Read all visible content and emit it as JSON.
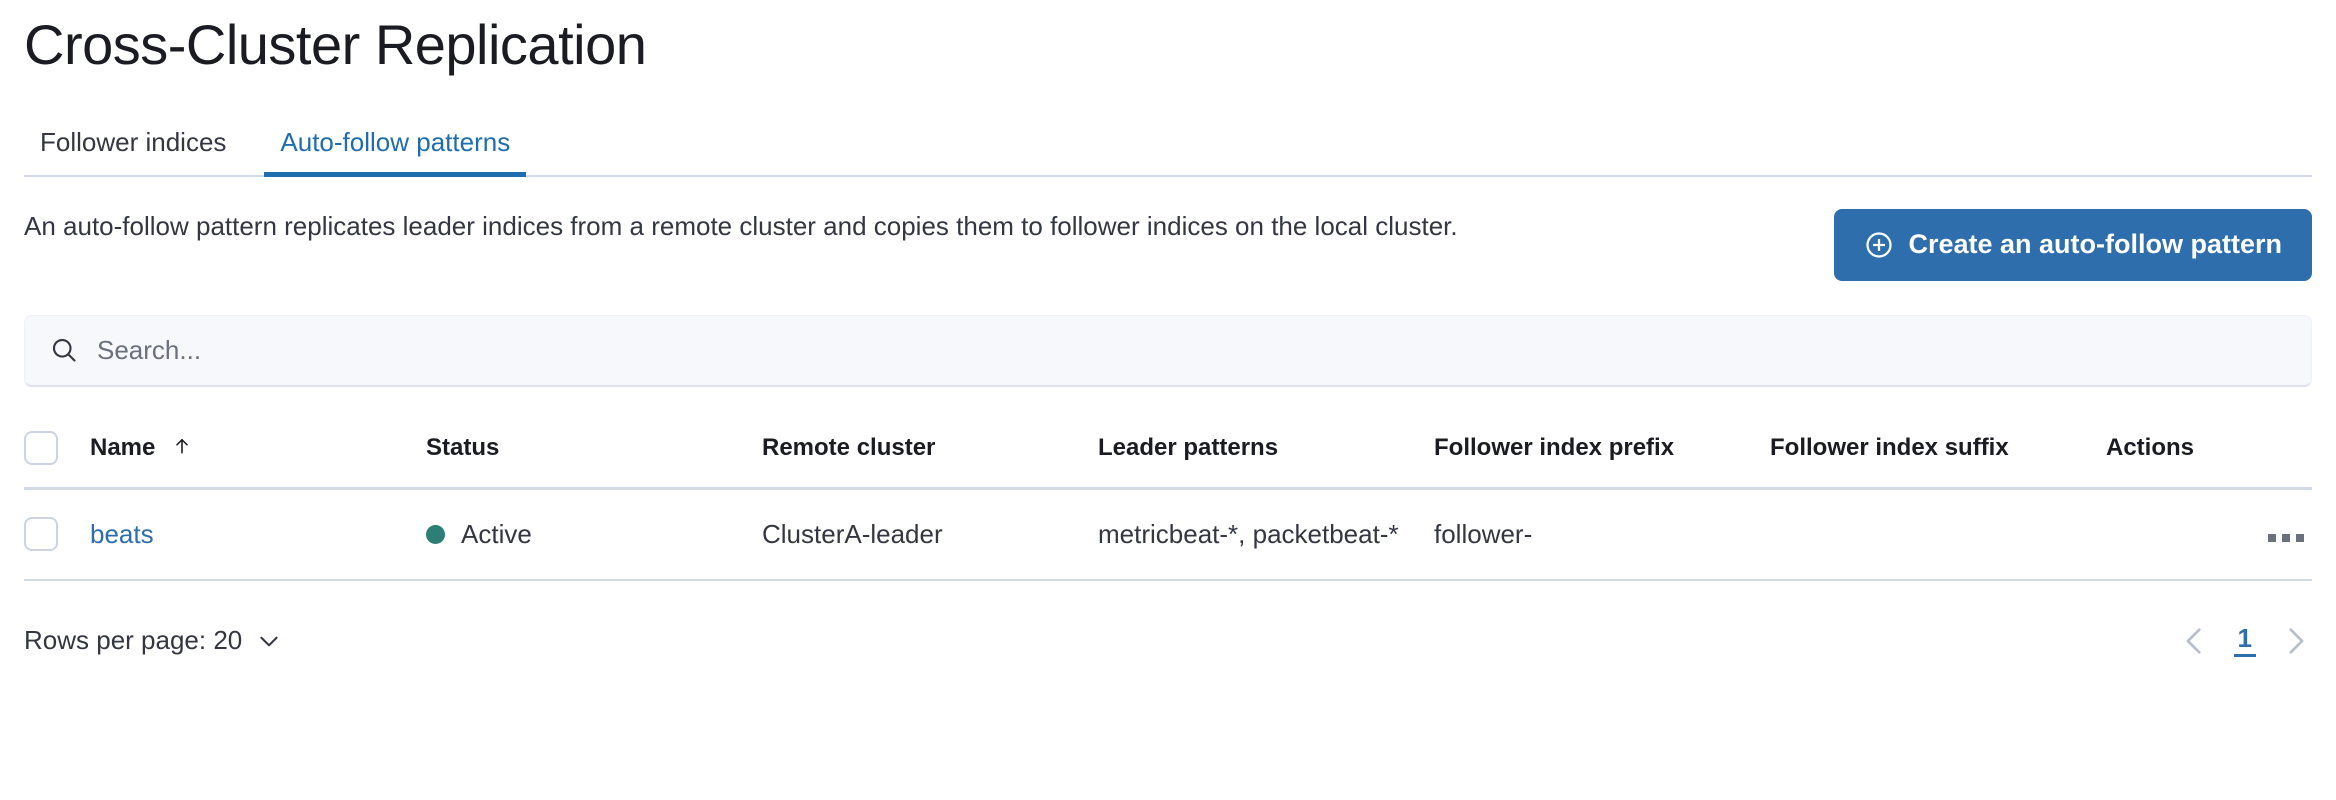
{
  "header": {
    "title": "Cross-Cluster Replication"
  },
  "tabs": [
    {
      "label": "Follower indices",
      "selected": false
    },
    {
      "label": "Auto-follow patterns",
      "selected": true
    }
  ],
  "description": {
    "text": "An auto-follow pattern replicates leader indices from a remote cluster and copies them to follower indices on the local cluster."
  },
  "actions": {
    "create_button_label": "Create an auto-follow pattern",
    "create_button_icon": "plus-in-circle-icon",
    "create_button_color": "#2e6ead"
  },
  "search": {
    "value": "",
    "placeholder": "Search...",
    "icon": "search-icon"
  },
  "table": {
    "columns": [
      "Name",
      "Status",
      "Remote cluster",
      "Leader patterns",
      "Follower index prefix",
      "Follower index suffix",
      "Actions"
    ],
    "sort": {
      "column": "Name",
      "direction": "asc",
      "icon": "arrow-up-icon"
    },
    "rows": [
      {
        "name": "beats",
        "status": "Active",
        "status_color": "#2d7e74",
        "remote_cluster": "ClusterA-leader",
        "leader_patterns": "metricbeat-*, packetbeat-*",
        "follower_index_prefix": "follower-",
        "follower_index_suffix": "",
        "actions_icon": "ellipsis-horizontal-icon"
      }
    ]
  },
  "footer": {
    "rows_per_page_label": "Rows per page: 20",
    "rows_per_page_icon": "chevron-down-icon",
    "prev_icon": "chevron-left-icon",
    "next_icon": "chevron-right-icon",
    "pages": [
      "1"
    ],
    "active_page": "1"
  }
}
